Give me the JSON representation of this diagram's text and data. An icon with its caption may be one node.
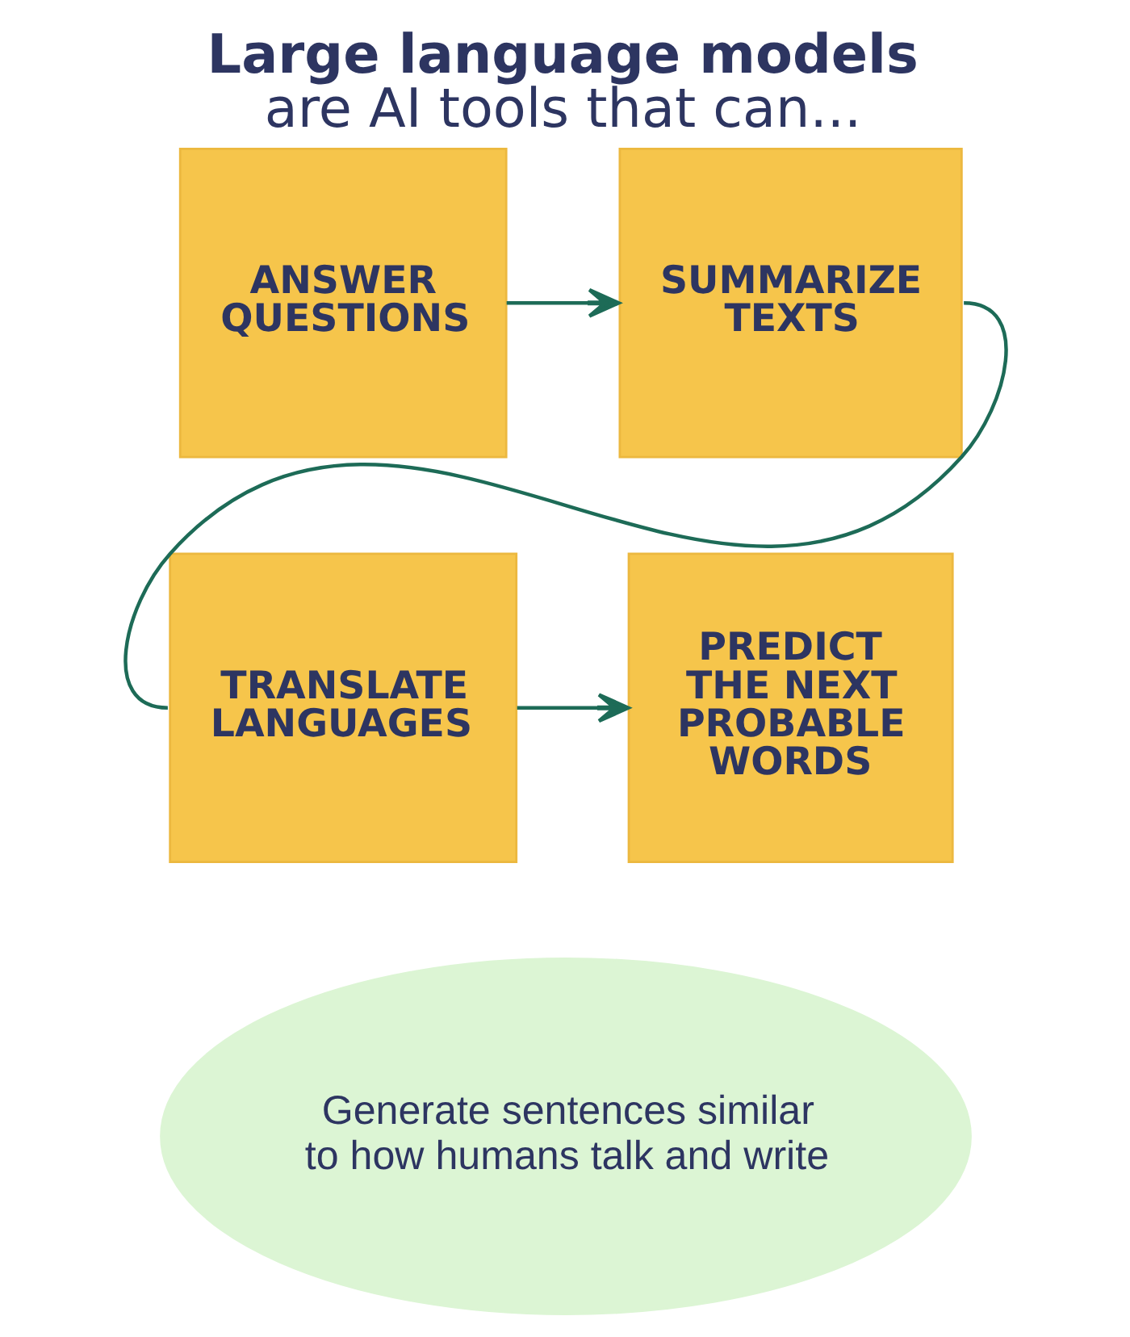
{
  "diagram": {
    "title": "Large language models are AI tools that can...",
    "nodes": [
      {
        "text": [
          "ANSWER QUESTIONS"
        ]
      },
      {
        "text": [
          "SUMMARIZE TEXTS"
        ]
      },
      {
        "text": [
          "TRANSLATE LANGUAGES"
        ]
      },
      {
        "text": [
          "PREDICT THE NEXT PROBABLE WORDS"
        ]
      },
      {
        "text": [
          "Generate sentences similar to how humans talk and write"
        ]
      }
    ],
    "edges": [
      {
        "from": 0,
        "to": 1,
        "arrow": "to"
      },
      {
        "from": 1,
        "to": 2,
        "arrow": "none"
      },
      {
        "from": 2,
        "to": 3,
        "arrow": "to"
      }
    ]
  }
}
